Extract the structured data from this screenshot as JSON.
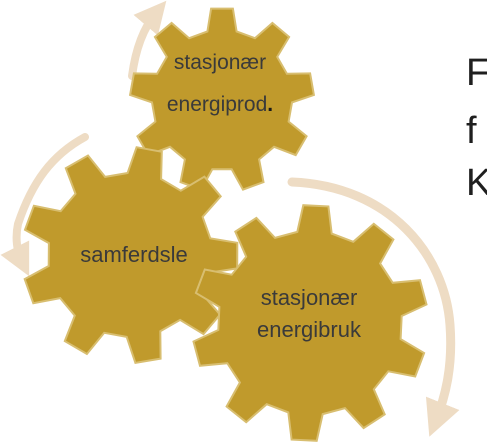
{
  "gears": [
    {
      "id": "top",
      "label_line1": "stasjonær",
      "label_line2": "energiprod",
      "label_suffix": "."
    },
    {
      "id": "left",
      "label": "samferdsle"
    },
    {
      "id": "big",
      "label_line1": "stasjonær",
      "label_line2": "energibruk"
    }
  ],
  "side_text": {
    "line1": "F",
    "line2": "f",
    "line3": "K"
  },
  "colors": {
    "gear_fill": "#C09A2C",
    "gear_stroke": "#D8BE70",
    "arrow": "#EEDCC4",
    "text": "#3a3a3a"
  }
}
